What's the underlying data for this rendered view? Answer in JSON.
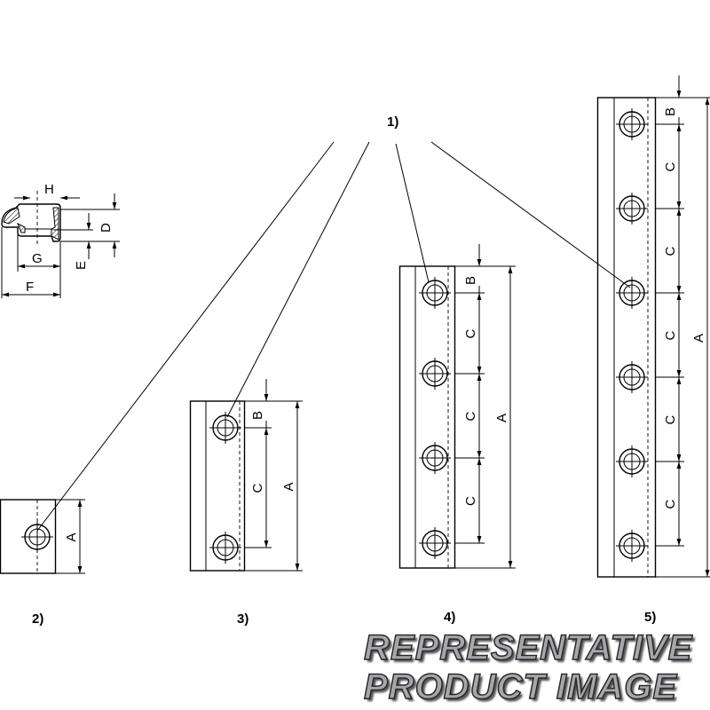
{
  "callouts": {
    "part1": "1)",
    "part2": "2)",
    "part3": "3)",
    "part4": "4)",
    "part5": "5)"
  },
  "dimensions": {
    "A": "A",
    "B": "B",
    "C": "C",
    "D": "D",
    "E": "E",
    "F": "F",
    "G": "G",
    "H": "H"
  },
  "watermark": {
    "line1": "REPRESENTATIVE",
    "line2": "PRODUCT  IMAGE"
  }
}
